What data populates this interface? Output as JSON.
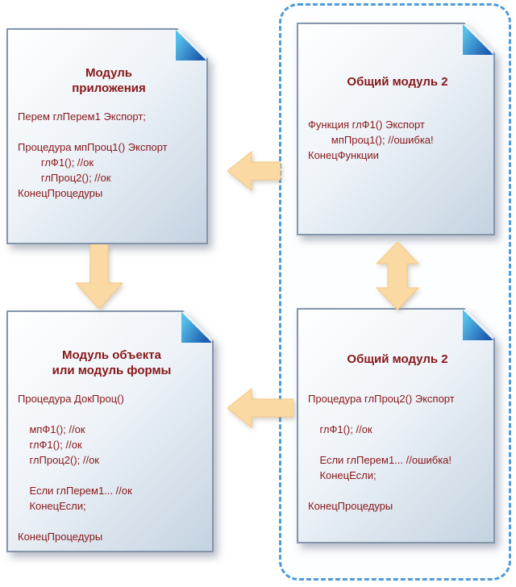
{
  "colors": {
    "text": "#871719",
    "fold_light": "#55bfe9",
    "fold_dark": "#1e5bb0",
    "arrow_fill": "#fbd9a2",
    "group_border": "#4f9bd8",
    "doc_border": "#8595aa"
  },
  "boxes": [
    {
      "id": "app-module",
      "title": [
        "Модуль",
        "приложения"
      ],
      "code": [
        "Перем глПерем1 Экспорт;",
        "",
        "Процедура мпПроц1() Экспорт",
        "        глФ1(); //ок",
        "        глПроц2(); //ок",
        "КонецПроцедуры"
      ]
    },
    {
      "id": "common-module-2-top",
      "title": [
        "Общий модуль 2"
      ],
      "code": [
        "Функция глФ1() Экспорт",
        "        мпПроц1(); //ошибка!",
        "КонецФункции"
      ]
    },
    {
      "id": "object-or-form-module",
      "title": [
        "Модуль объекта",
        "или модуль формы"
      ],
      "code": [
        "Процедура ДокПроц()",
        "",
        "    мпФ1(); //ок",
        "    глФ1(); //ок",
        "    глПроц2(); //ок",
        "",
        "    Если глПерем1... //ок",
        "    КонецЕсли;",
        "",
        "КонецПроцедуры"
      ]
    },
    {
      "id": "common-module-2-bottom",
      "title": [
        "Общий модуль 2"
      ],
      "code": [
        "Процедура глПроц2() Экспорт",
        "",
        "    глФ1(); //ок",
        "",
        "    Если глПерем1... //ошибка!",
        "    КонецЕсли;",
        "",
        "КонецПроцедуры"
      ]
    }
  ]
}
